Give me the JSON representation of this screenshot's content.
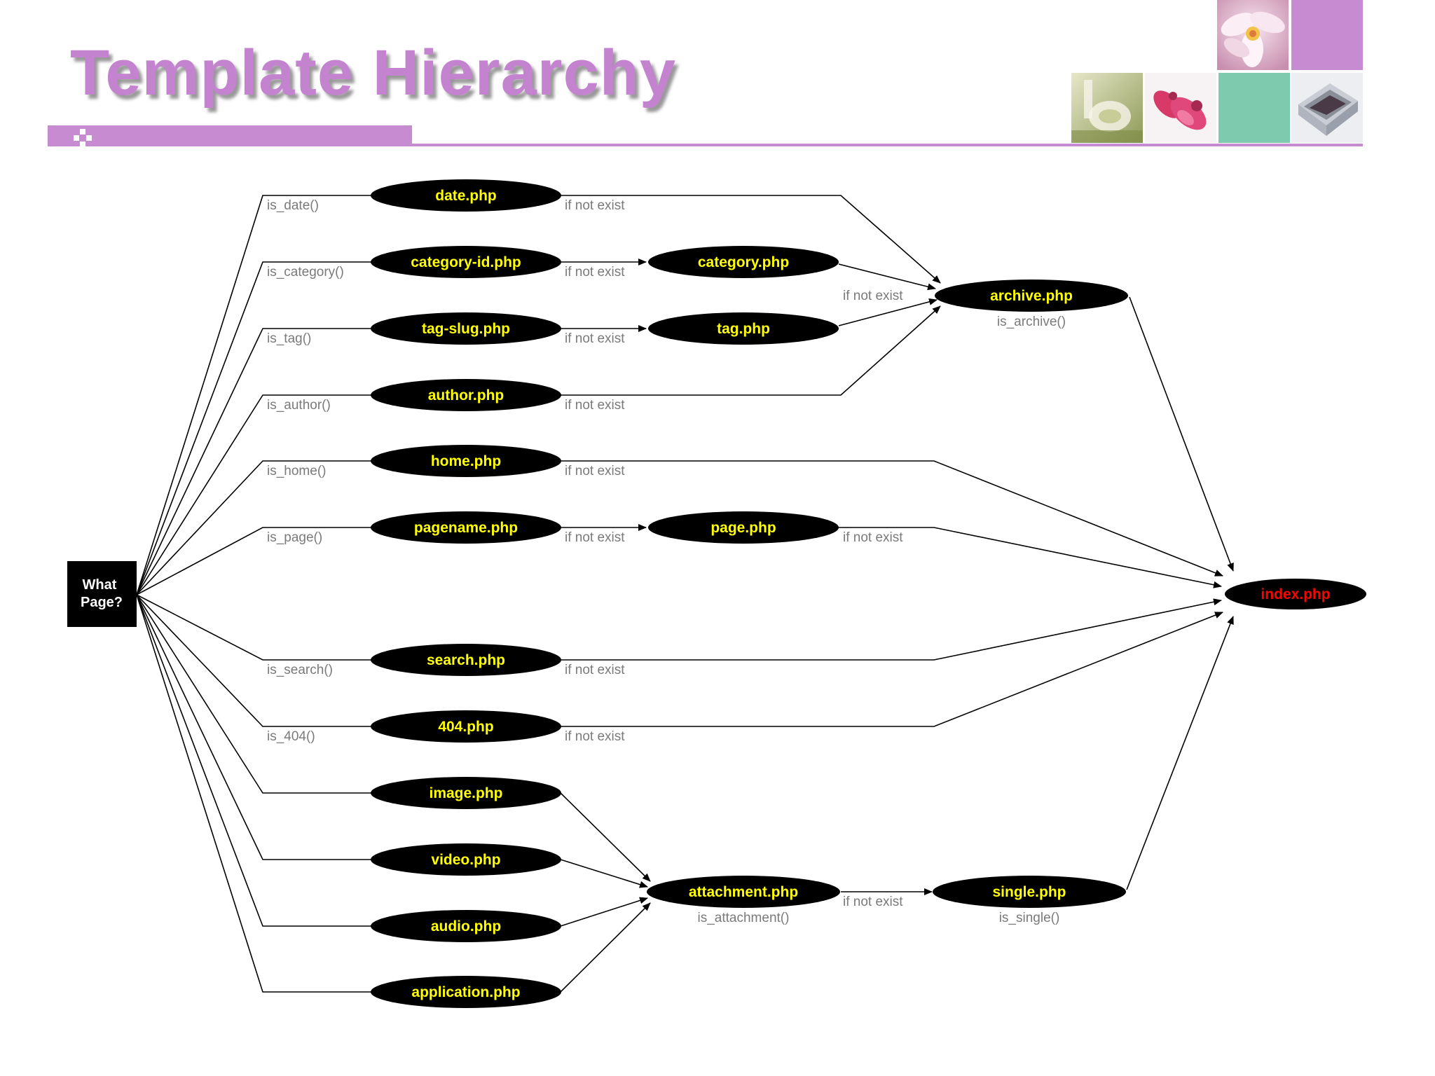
{
  "title": "Template Hierarchy",
  "colors": {
    "title": "#c383cf",
    "accent_bar": "#c68bd0",
    "node_fill": "#000000",
    "node_label": "#ffff00",
    "index_label": "#ff0000",
    "edge_label": "#7a7a7a",
    "tile_mint": "#7ecaae",
    "tile_purple": "#c68bd0"
  },
  "decor_icons": [
    "plus-diamond-icon",
    "flower-photo",
    "perfume-photo",
    "lipstick-photo",
    "mint-tile",
    "compact-photo",
    "purple-tile"
  ],
  "start": {
    "line1": "What",
    "line2": "Page?"
  },
  "nodes": {
    "date": "date.php",
    "category_id": "category-id.php",
    "category": "category.php",
    "tag_slug": "tag-slug.php",
    "tag": "tag.php",
    "author": "author.php",
    "archive": "archive.php",
    "home": "home.php",
    "pagename": "pagename.php",
    "page": "page.php",
    "search": "search.php",
    "not_found": "404.php",
    "image": "image.php",
    "video": "video.php",
    "audio": "audio.php",
    "application": "application.php",
    "attachment": "attachment.php",
    "single": "single.php",
    "index": "index.php"
  },
  "conditions": {
    "is_date": "is_date()",
    "is_category": "is_category()",
    "is_tag": "is_tag()",
    "is_author": "is_author()",
    "is_home": "is_home()",
    "is_page": "is_page()",
    "is_search": "is_search()",
    "is_404": "is_404()",
    "is_archive": "is_archive()",
    "is_attachment": "is_attachment()",
    "is_single": "is_single()"
  },
  "fallback_label": "if not exist"
}
